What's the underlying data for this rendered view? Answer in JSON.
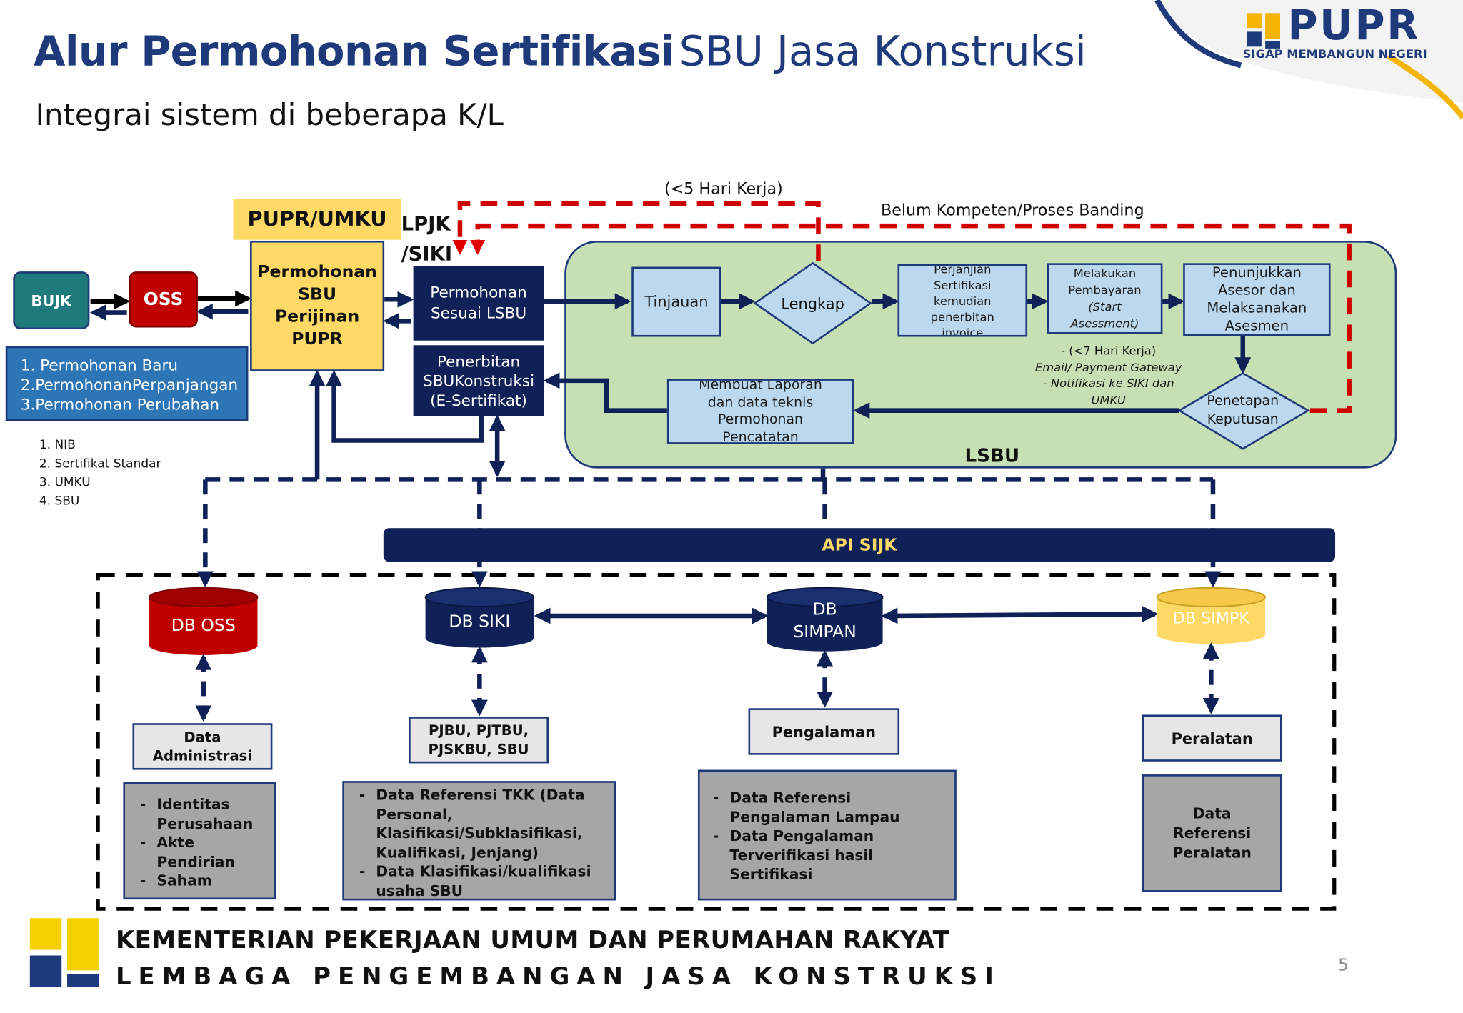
{
  "header": {
    "title_bold": "Alur Permohonan Sertifikasi",
    "title_light": "SBU Jasa Konstruksi",
    "subtitle": "Integrai sistem di beberapa K/L"
  },
  "logo": {
    "brand": "PUPR",
    "tagline": "SIGAP MEMBANGUN NEGERI"
  },
  "nodes": {
    "bujk": "BUJK",
    "oss": "OSS",
    "pupr_header": "PUPR/UMKU",
    "pupr_body": "Permohonan SBU Perijinan PUPR",
    "lpjk": "LPJK /SIKI",
    "permohonan_lsbu": "Permohonan Sesuai LSBU",
    "penerbitan": "Penerbitan SBUKonstruksi (E-Sertifikat)",
    "tinjauan": "Tinjauan",
    "lengkap": "Lengkap",
    "perjanjian": "Perjanjian Sertifikasi kemudian penerbitan invoice",
    "pembayaran_line1": "Melakukan Pembayaran",
    "pembayaran_line2": "(Start Asessment)",
    "penunjukkan": "Penunjukkan Asesor dan Melaksanakan Asesmen",
    "penetapan": "Penetapan Keputusan",
    "laporan": "Membuat Laporan dan data teknis Permohonan Pencatatan",
    "lsbu_label": "LSBU",
    "api_sijk": "API SIJK"
  },
  "permohonan_types": [
    "1. Permohonan Baru",
    "2.PermohonanPerpanjangan",
    "3.Permohonan Perubahan"
  ],
  "requirements": [
    "1. NIB",
    "2. Sertifikat Standar",
    "3. UMKU",
    "4. SBU"
  ],
  "annotations": {
    "five_days": "(<5 Hari Kerja)",
    "banding": "Belum Kompeten/Proses Banding",
    "seven_days": [
      "- (<7 Hari Kerja)",
      "Email/ Payment Gateway",
      "- Notifikasi ke SIKI dan",
      "UMKU"
    ]
  },
  "databases": {
    "db_oss": "DB OSS",
    "db_siki": "DB SIKI",
    "db_simpan": "DB SIMPAN",
    "db_simpk": "DB SIMPK"
  },
  "data_boxes": {
    "administrasi": "Data Administrasi",
    "pjbu": "PJBU, PJTBU, PJSKBU, SBU",
    "pengalaman": "Pengalaman",
    "peralatan": "Peralatan"
  },
  "detail_lists": {
    "administrasi": [
      "Identitas Perusahaan",
      "Akte Pendirian",
      "Saham"
    ],
    "siki": [
      "Data Referensi TKK (Data Personal, Klasifikasi/Subklasifikasi, Kualifikasi, Jenjang)",
      "Data Klasifikasi/kualifikasi usaha SBU"
    ],
    "pengalaman": [
      "Data Referensi Pengalaman Lampau",
      "Data Pengalaman Terverifikasi hasil Sertifikasi"
    ],
    "peralatan": "Data Referensi Peralatan"
  },
  "footer": {
    "ministry": "KEMENTERIAN PEKERJAAN UMUM DAN PERUMAHAN RAKYAT",
    "agency": "LEMBAGA PENGEMBANGAN JASA KONSTRUKSI",
    "page_number": "5"
  },
  "colors": {
    "navy": "#0f2157",
    "title_blue": "#1f3a7a",
    "lsbu_green": "#c6e0b4",
    "box_blue": "#bcd8ee",
    "pupr_yellow": "#ffd966",
    "oss_red": "#c00000",
    "bujk_teal": "#1f7b7b",
    "type_blue": "#2e75b6",
    "dash_red": "#c00000"
  }
}
